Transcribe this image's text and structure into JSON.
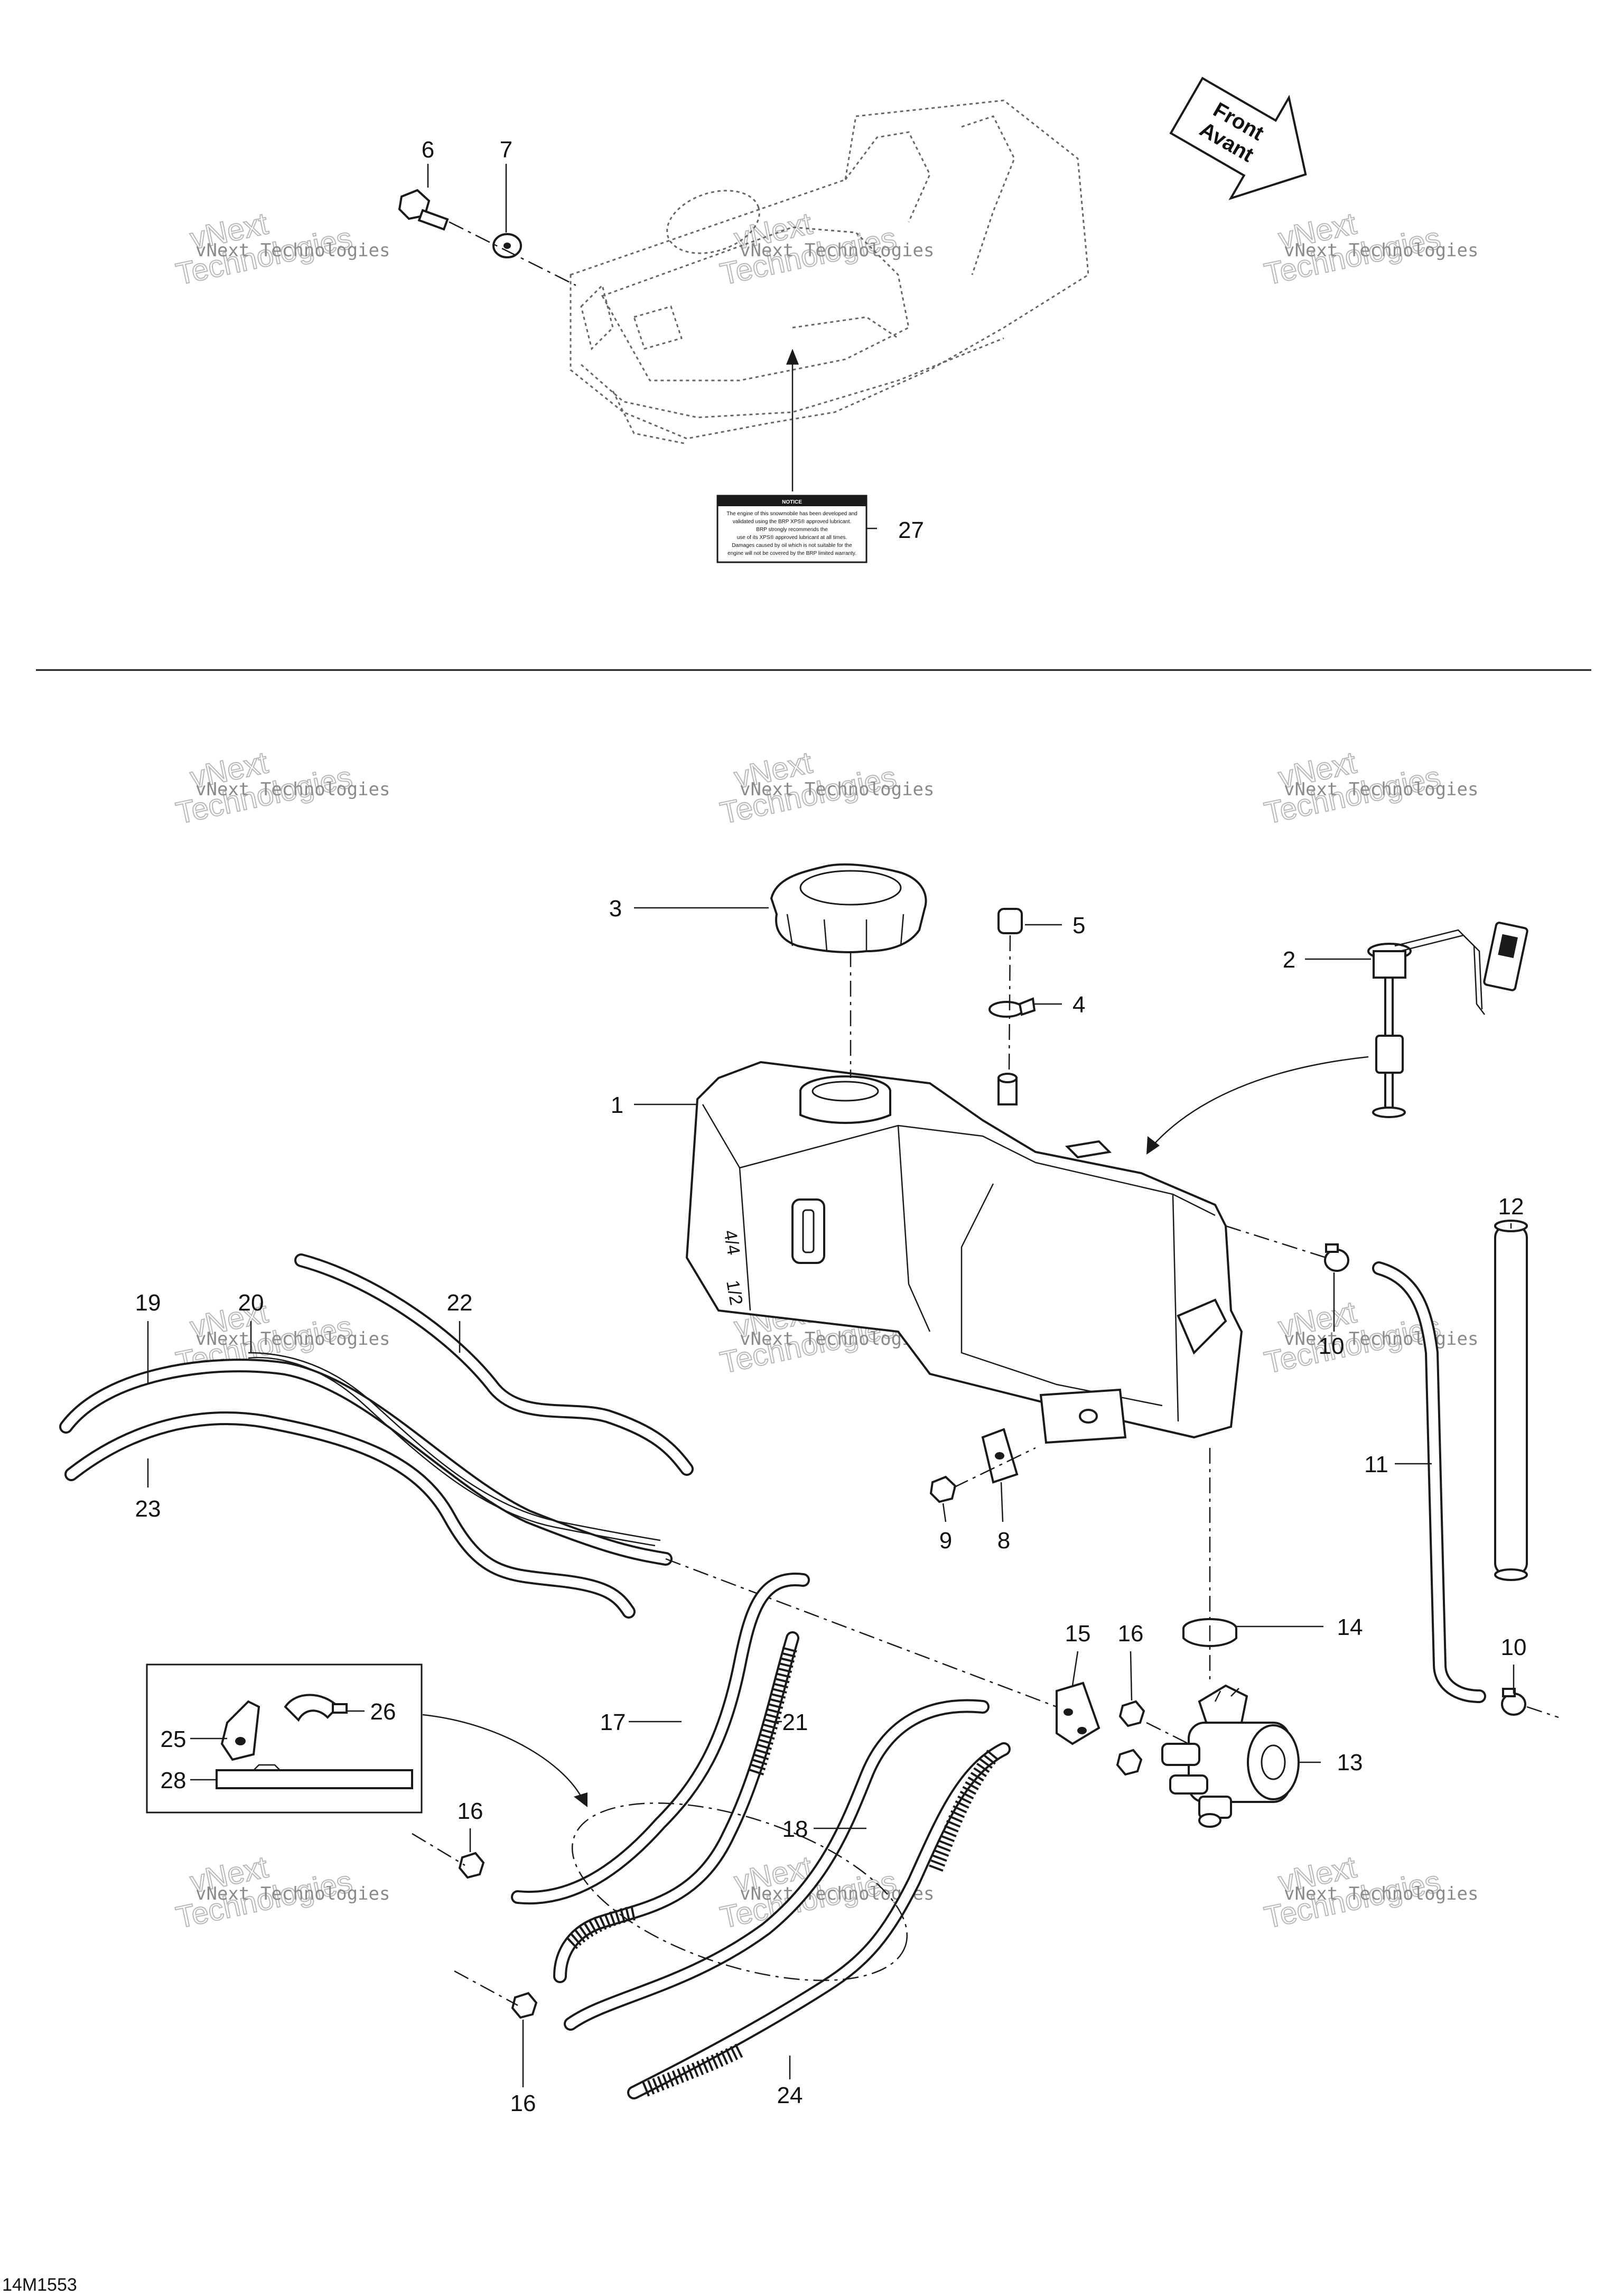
{
  "figure_code": "14M1553",
  "watermark": {
    "line1": "vNext Technologies",
    "line2": "Technologies",
    "line3": "vNext"
  },
  "direction_arrow": {
    "line1": "Front",
    "line2": "Avant"
  },
  "notice_label": {
    "title": "NOTICE",
    "body_lines": [
      "The engine of this snowmobile has been developed and",
      "validated using the BRP XPS® approved lubricant.",
      "BRP strongly recommends the",
      "use of its XPS® approved lubricant at all times.",
      "Damages caused by oil which is not suitable for the",
      "engine will not be covered by the BRP limited warranty."
    ]
  },
  "callouts": {
    "c1": "1",
    "c2": "2",
    "c3": "3",
    "c4": "4",
    "c5": "5",
    "c6": "6",
    "c7": "7",
    "c8": "8",
    "c9": "9",
    "c10a": "10",
    "c10b": "10",
    "c11": "11",
    "c12": "12",
    "c13": "13",
    "c14": "14",
    "c15": "15",
    "c16a": "16",
    "c16b": "16",
    "c16c": "16",
    "c17": "17",
    "c18": "18",
    "c19": "19",
    "c20": "20",
    "c21": "21",
    "c22": "22",
    "c23": "23",
    "c24": "24",
    "c25": "25",
    "c26": "26",
    "c27": "27",
    "c28": "28"
  },
  "tank_markings": {
    "full": "4/4",
    "half": "1/2"
  }
}
